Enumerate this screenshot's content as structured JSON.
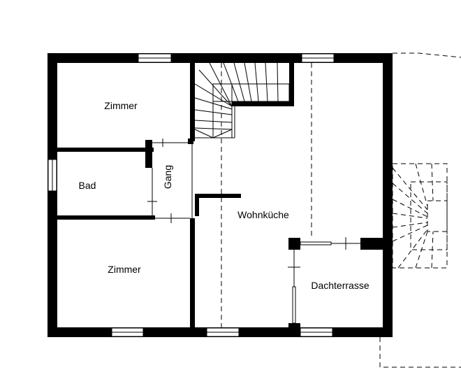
{
  "rooms": {
    "zimmer_top": "Zimmer",
    "bad": "Bad",
    "gang": "Gang",
    "wohnkueche": "Wohnküche",
    "zimmer_bottom": "Zimmer",
    "dachterrasse": "Dachterrasse"
  }
}
